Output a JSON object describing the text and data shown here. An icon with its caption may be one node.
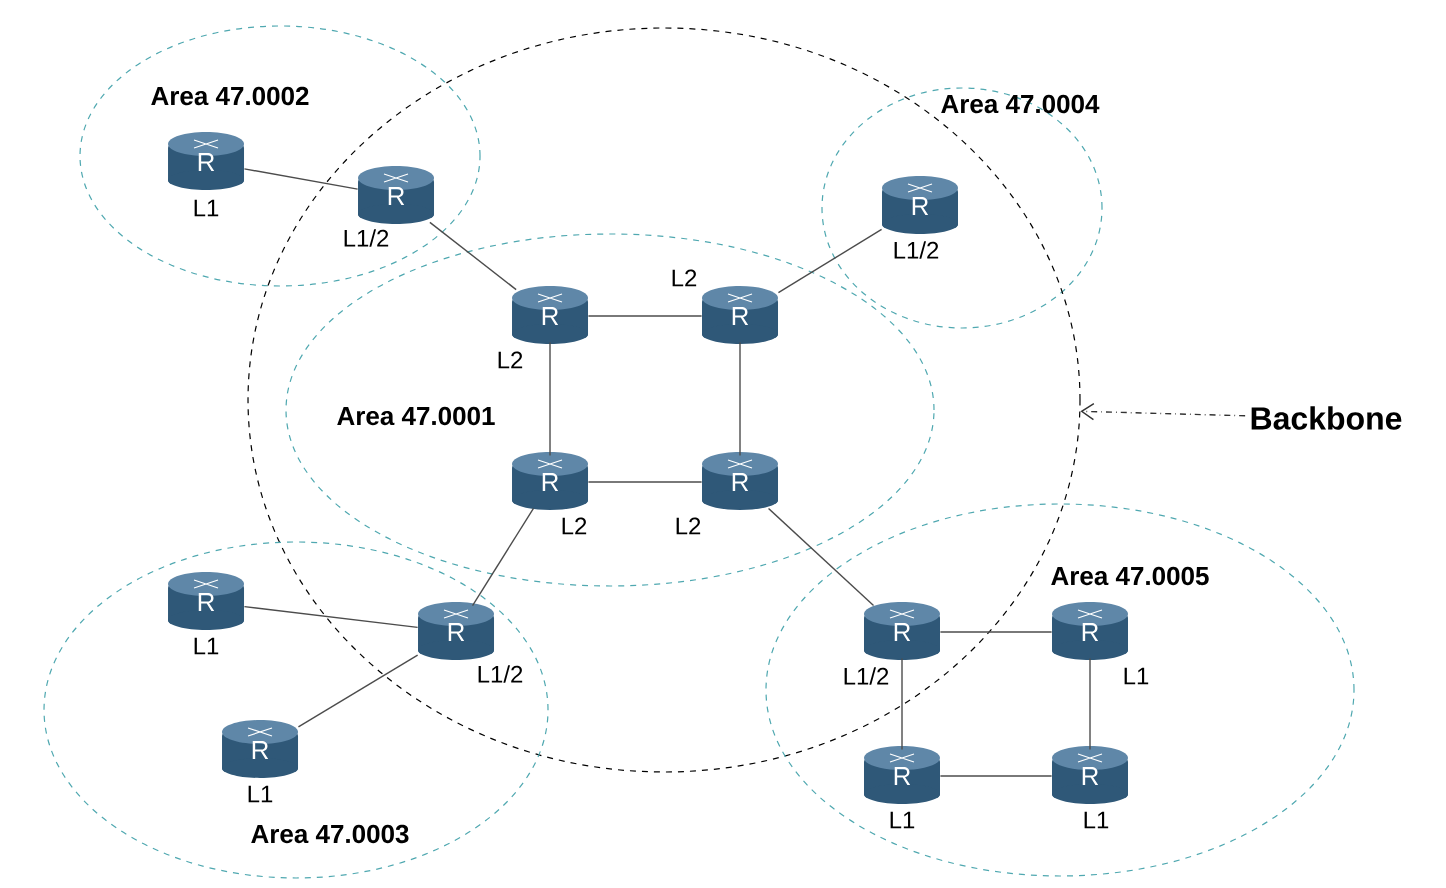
{
  "diagram": {
    "nodes": [
      {
        "text": [
          "Area 47.0002"
        ]
      },
      {
        "text": [
          "Area 47.0004"
        ]
      },
      {
        "text": [],
        "shape": "circle"
      },
      {
        "text": [
          "Area 47.0001"
        ],
        "in": 2
      },
      {
        "text": [
          "Backbone"
        ]
      },
      {
        "text": [
          "Area 47.0003"
        ]
      },
      {
        "text": [
          "Area 47.0005"
        ]
      },
      {
        "text": [
          "R"
        ],
        "beside": [
          "L1"
        ],
        "in": 0
      },
      {
        "text": [
          "R"
        ],
        "beside": [
          "L1/2"
        ]
      },
      {
        "text": [
          "R"
        ],
        "beside": [
          "L2"
        ],
        "in": 3
      },
      {
        "text": [
          "R"
        ],
        "beside": [
          "L2"
        ],
        "in": 3
      },
      {
        "text": [
          "R"
        ],
        "beside": [
          "L1/2"
        ],
        "in": 1
      },
      {
        "text": [
          "R"
        ],
        "beside": [
          "L2"
        ],
        "in": 3
      },
      {
        "text": [
          "R"
        ],
        "beside": [
          "L2"
        ],
        "in": 3
      },
      {
        "text": [
          "R"
        ],
        "beside": [
          "L1"
        ],
        "in": 5
      },
      {
        "text": [
          "R"
        ],
        "beside": [
          "L1/2"
        ]
      },
      {
        "text": [
          "R"
        ],
        "beside": [
          "L1"
        ],
        "in": 5
      },
      {
        "text": [
          "R"
        ],
        "beside": [
          "L1/2"
        ]
      },
      {
        "text": [
          "R"
        ],
        "beside": [
          "L1"
        ],
        "in": 6
      },
      {
        "text": [
          "R"
        ],
        "beside": [
          "L1"
        ],
        "in": 6
      },
      {
        "text": [
          "R"
        ],
        "beside": [
          "L1"
        ],
        "in": 6
      }
    ],
    "edges": [
      {
        "from": 4,
        "to": 2,
        "arrow": "to",
        "style": "dashed"
      },
      {
        "from": 7,
        "to": 8,
        "arrow": "none"
      },
      {
        "from": 8,
        "to": 9,
        "arrow": "none"
      },
      {
        "from": 9,
        "to": 10,
        "arrow": "none"
      },
      {
        "from": 10,
        "to": 11,
        "arrow": "none"
      },
      {
        "from": 9,
        "to": 12,
        "arrow": "none"
      },
      {
        "from": 10,
        "to": 13,
        "arrow": "none"
      },
      {
        "from": 12,
        "to": 13,
        "arrow": "none"
      },
      {
        "from": 12,
        "to": 15,
        "arrow": "none"
      },
      {
        "from": 14,
        "to": 15,
        "arrow": "none"
      },
      {
        "from": 16,
        "to": 15,
        "arrow": "none"
      },
      {
        "from": 13,
        "to": 17,
        "arrow": "none"
      },
      {
        "from": 17,
        "to": 18,
        "arrow": "none"
      },
      {
        "from": 18,
        "to": 20,
        "arrow": "none"
      },
      {
        "from": 17,
        "to": 19,
        "arrow": "none"
      },
      {
        "from": 19,
        "to": 20,
        "arrow": "none"
      }
    ]
  }
}
